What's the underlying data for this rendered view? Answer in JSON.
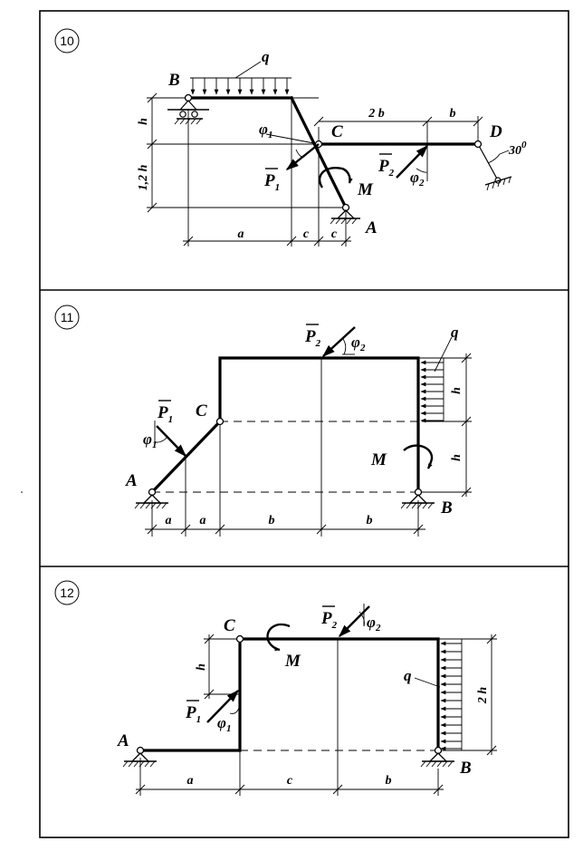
{
  "panels": [
    {
      "number": "10",
      "labels": {
        "B": "B",
        "C": "C",
        "D": "D",
        "A": "A",
        "q": "q",
        "M": "M",
        "P1": "P",
        "P1_sub": "1",
        "P2": "P",
        "P2_sub": "2",
        "phi1": "φ",
        "phi1_sub": "1",
        "phi2": "φ",
        "phi2_sub": "2",
        "angle": "30",
        "angle_unit": "0"
      },
      "dims": {
        "h": "h",
        "h12": "1,2 h",
        "a": "a",
        "c1": "c",
        "c2": "c",
        "b2": "2 b",
        "b": "b"
      }
    },
    {
      "number": "11",
      "labels": {
        "A": "A",
        "B": "B",
        "C": "C",
        "q": "q",
        "M": "M",
        "P1": "P",
        "P1_sub": "1",
        "P2": "P",
        "P2_sub": "2",
        "phi1": "φ",
        "phi1_sub": "1",
        "phi2": "φ",
        "phi2_sub": "2"
      },
      "dims": {
        "h_top": "h",
        "h_bottom": "h",
        "a1": "a",
        "a2": "a",
        "b1": "b",
        "b2": "b"
      }
    },
    {
      "number": "12",
      "labels": {
        "A": "A",
        "B": "B",
        "C": "C",
        "q": "q",
        "M": "M",
        "P1": "P",
        "P1_sub": "1",
        "P2": "P",
        "P2_sub": "2",
        "phi1": "φ",
        "phi1_sub": "1",
        "phi2": "φ",
        "phi2_sub": "2"
      },
      "dims": {
        "h": "h",
        "h2": "2 h",
        "a": "a",
        "c": "c",
        "b": "b"
      }
    }
  ]
}
